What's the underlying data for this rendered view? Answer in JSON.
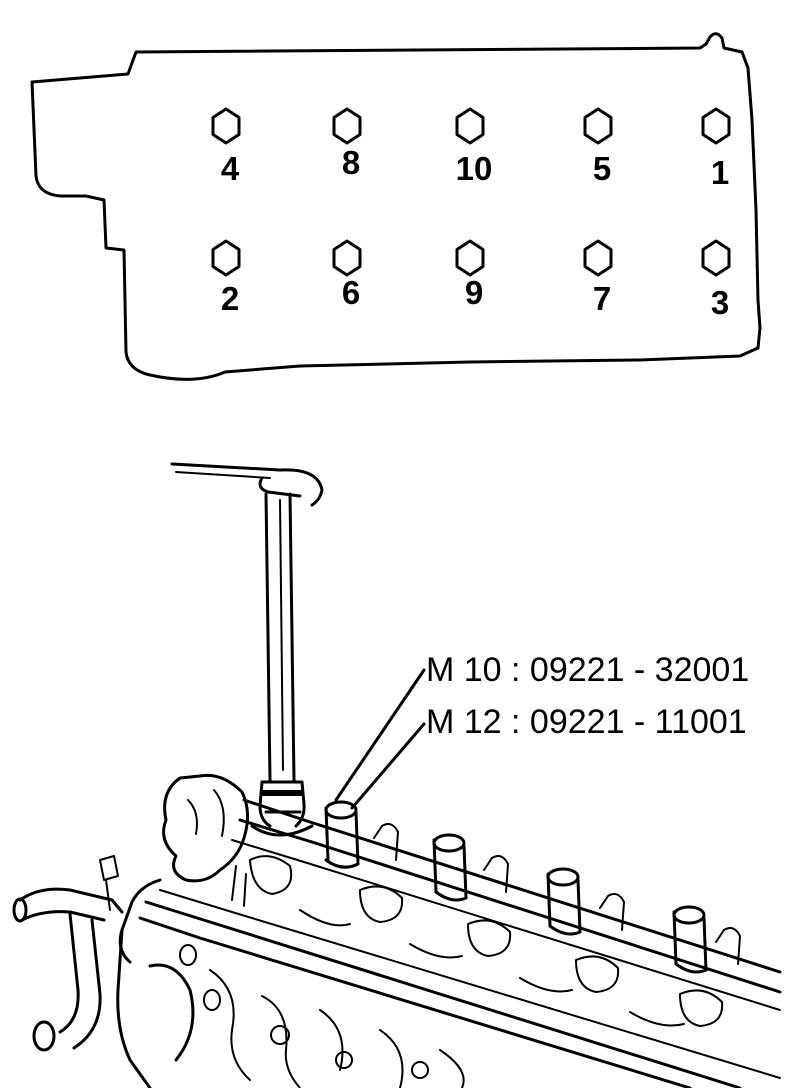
{
  "bolts": [
    {
      "number": "4"
    },
    {
      "number": "8"
    },
    {
      "number": "10"
    },
    {
      "number": "5"
    },
    {
      "number": "1"
    },
    {
      "number": "2"
    },
    {
      "number": "6"
    },
    {
      "number": "9"
    },
    {
      "number": "7"
    },
    {
      "number": "3"
    }
  ],
  "callouts": [
    {
      "text": "M 10 : 09221 - 32001"
    },
    {
      "text": "M 12 : 09221 - 11001"
    }
  ]
}
